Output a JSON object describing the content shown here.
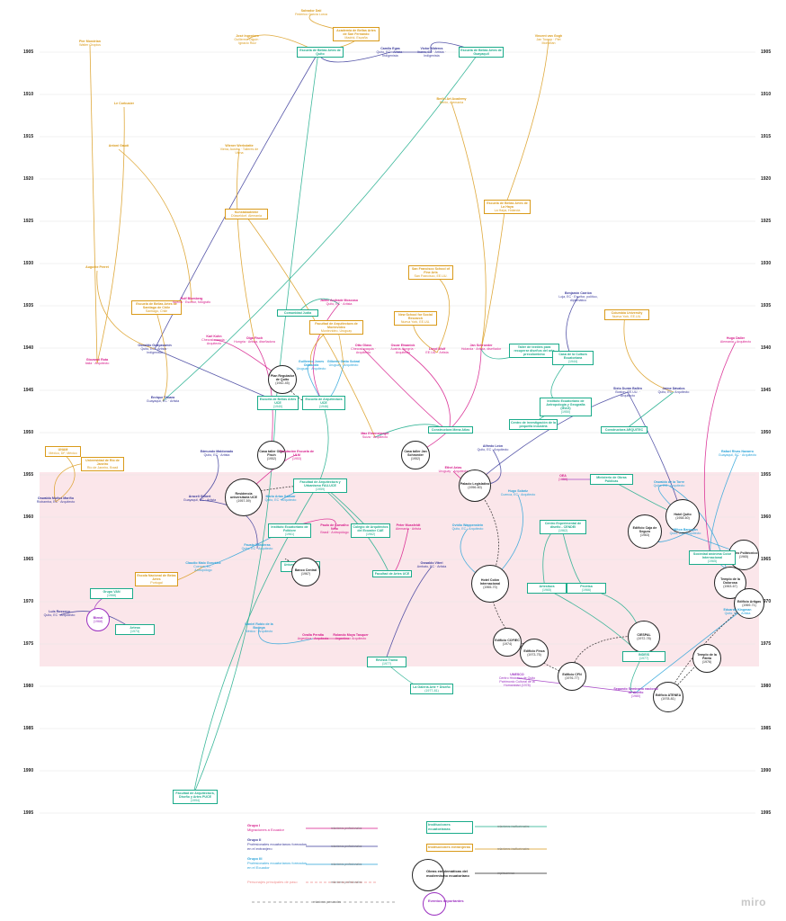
{
  "colors": {
    "group1": "#d6198a",
    "group2": "#3a3a9a",
    "group3": "#2aa3d9",
    "persona": "#f08c8c",
    "ecuadorian_inst": "#1aab8a",
    "foreign_inst": "#d99a1a",
    "work": "#222222",
    "event": "#9b2fc0",
    "band": "#fbe6ea",
    "gridline": "#e6e6e6"
  },
  "years": [
    "1905",
    "1910",
    "1915",
    "1920",
    "1925",
    "1930",
    "1935",
    "1940",
    "1945",
    "1950",
    "1955",
    "1960",
    "1965",
    "1970",
    "1975",
    "1980",
    "1985",
    "1990",
    "1995"
  ],
  "nodes": [
    {
      "id": "n1",
      "type": "text",
      "group": "foreign_inst",
      "title": "Salvador Dalí",
      "sub": "Federico García Lorca"
    },
    {
      "id": "n2",
      "type": "box",
      "group": "foreign_inst",
      "title": "Academia de Bellas Artes de San Fernando",
      "sub": "Madrid, España"
    },
    {
      "id": "n3",
      "type": "text",
      "group": "foreign_inst",
      "title": "José Ingeniero",
      "sub": "Guillermo Olguín · Ignacio Ruiz"
    },
    {
      "id": "n4",
      "type": "text",
      "group": "foreign_inst",
      "title": "Pier Mondrian",
      "sub": "Walter Gropius"
    },
    {
      "id": "n5",
      "type": "box",
      "group": "ecuadorian_inst",
      "title": "Escuela de Bellas Artes de Quito",
      "sub": ""
    },
    {
      "id": "n6",
      "type": "text",
      "group": "group2",
      "title": "Camilo Egas",
      "sub": "Quito, EC · Artista · Indigenista"
    },
    {
      "id": "n7",
      "type": "text",
      "group": "group2",
      "title": "Víctor Mideros",
      "sub": "Ibarra, EC · Artista · Indigenista"
    },
    {
      "id": "n8",
      "type": "box",
      "group": "ecuadorian_inst",
      "title": "Escuela de Bellas Artes de Guayaquil",
      "sub": ""
    },
    {
      "id": "n9",
      "type": "text",
      "group": "foreign_inst",
      "title": "Vincent van Gogh",
      "sub": "Jan Toorop · Piet Mondrian"
    },
    {
      "id": "n10",
      "type": "text",
      "group": "foreign_inst",
      "title": "Berlin Art Academy",
      "sub": "Berlín, Alemania"
    },
    {
      "id": "n11",
      "type": "text",
      "group": "foreign_inst",
      "title": "Le Corbusier",
      "sub": ""
    },
    {
      "id": "n12",
      "type": "text",
      "group": "foreign_inst",
      "title": "Antoni Gaudí",
      "sub": ""
    },
    {
      "id": "n13",
      "type": "text",
      "group": "foreign_inst",
      "title": "Wiener Werkstatte",
      "sub": "Viena, Austria · Talleres de Viena"
    },
    {
      "id": "n14",
      "type": "box",
      "group": "foreign_inst",
      "title": "Escuela de Bellas Artes de La Haya",
      "sub": "La Haya, Holanda"
    },
    {
      "id": "n15",
      "type": "box",
      "group": "foreign_inst",
      "title": "Kunstakademie",
      "sub": "Düsseldorf, Alemania"
    },
    {
      "id": "n16",
      "type": "text",
      "group": "foreign_inst",
      "title": "Auguste Perret",
      "sub": ""
    },
    {
      "id": "n17",
      "type": "box",
      "group": "foreign_inst",
      "title": "San Francisco School of Fine Arts",
      "sub": "San Francisco, EE.UU."
    },
    {
      "id": "n18",
      "type": "text",
      "group": "group2",
      "title": "Benjamín Carrión",
      "sub": "Loja, EC · Escritor, político, diplomático"
    },
    {
      "id": "n19",
      "type": "box",
      "group": "foreign_inst",
      "title": "Escuela de Bellas Artes de Santiago de Chile",
      "sub": "Santiago, Chile"
    },
    {
      "id": "n20",
      "type": "text",
      "group": "group1",
      "title": "Rolf Blomberg",
      "sub": "Suecia · Escritor, fotógrafo"
    },
    {
      "id": "n21",
      "type": "text",
      "group": "group1",
      "title": "Jaime Andrade Moscoso",
      "sub": "Quito, EC · Artista"
    },
    {
      "id": "n22",
      "type": "box",
      "group": "ecuadorian_inst",
      "title": "Comunidad Judía",
      "sub": ""
    },
    {
      "id": "n23",
      "type": "box",
      "group": "foreign_inst",
      "title": "New School for Social Research",
      "sub": "Nueva York, EE.UU."
    },
    {
      "id": "n24",
      "type": "box",
      "group": "foreign_inst",
      "title": "Columbia University",
      "sub": "Nueva York, EE.UU."
    },
    {
      "id": "n25",
      "type": "box",
      "group": "foreign_inst",
      "title": "Facultad de Arquitectura de Montevideo",
      "sub": "Montevideo, Uruguay"
    },
    {
      "id": "n26",
      "type": "text",
      "group": "group1",
      "title": "Karl Kohn",
      "sub": "Checoslovaquia · Arquitecto"
    },
    {
      "id": "n27",
      "type": "text",
      "group": "group1",
      "title": "Olga Fisch",
      "sub": "Hungría · Artista, diseñadora"
    },
    {
      "id": "n28",
      "type": "text",
      "group": "group2",
      "title": "Oswaldo Guayasamín",
      "sub": "Quito, EC · Artista · Indigenista"
    },
    {
      "id": "n29",
      "type": "text",
      "group": "group1",
      "title": "Giovanni Rota",
      "sub": "Italia · Arquitecto"
    },
    {
      "id": "n30",
      "type": "text",
      "group": "group1",
      "title": "Otto Glass",
      "sub": "Checoslovaquia · Arquitecto"
    },
    {
      "id": "n31",
      "type": "text",
      "group": "group1",
      "title": "Oscar Etwanick",
      "sub": "Austria-Hungría · Arquitecto"
    },
    {
      "id": "n32",
      "type": "text",
      "group": "group1",
      "title": "Lloyd Wulf",
      "sub": "EE.UU. · Artista"
    },
    {
      "id": "n33",
      "type": "text",
      "group": "group1",
      "title": "Jan Schroeder",
      "sub": "Holanda · Artista, diseñador"
    },
    {
      "id": "n34",
      "type": "text",
      "group": "group1",
      "title": "Hugo Daller",
      "sub": "Alemania · Arquitecto"
    },
    {
      "id": "n35",
      "type": "box",
      "group": "ecuadorian_inst",
      "title": "Taller de textiles para recuperar diseños del arte precolombino",
      "sub": ""
    },
    {
      "id": "n36",
      "type": "box",
      "group": "ecuadorian_inst",
      "title": "Casa de la Cultura Ecuatoriana",
      "sub": "(1944)"
    },
    {
      "id": "n37",
      "type": "text",
      "group": "group3",
      "title": "Guillermo Jones Odriozola",
      "sub": "Uruguay · Arquitecto"
    },
    {
      "id": "n38",
      "type": "text",
      "group": "group3",
      "title": "Gilberto Gatto Sobral",
      "sub": "Uruguay · Arquitecto"
    },
    {
      "id": "n39",
      "type": "circle",
      "group": "work",
      "title": "Plan Regulador de Quito",
      "sub": "(1942-45)"
    },
    {
      "id": "n40",
      "type": "box",
      "group": "ecuadorian_inst",
      "title": "Escuela de Bellas Artes UCE",
      "sub": "(1940)"
    },
    {
      "id": "n41",
      "type": "box",
      "group": "ecuadorian_inst",
      "title": "Escuela de Arquitectura UCE",
      "sub": "(1946)"
    },
    {
      "id": "n42",
      "type": "text",
      "group": "group2",
      "title": "Enrique Tábara",
      "sub": "Guayaquil, EC · Artista"
    },
    {
      "id": "n43",
      "type": "text",
      "group": "group2",
      "title": "Sixto Durán Ballén",
      "sub": "Boston, EE.UU. · Arquitecto"
    },
    {
      "id": "n44",
      "type": "text",
      "group": "group2",
      "title": "Jaime Dávalos",
      "sub": "Quito, EC · Arquitecto"
    },
    {
      "id": "n45",
      "type": "box",
      "group": "ecuadorian_inst",
      "title": "Instituto Ecuatoriano de Antropología y Geografía (IEAG)",
      "sub": "(1950)"
    },
    {
      "id": "n46",
      "type": "box",
      "group": "ecuadorian_inst",
      "title": "Centro de investigación de la pequeña industria",
      "sub": ""
    },
    {
      "id": "n47",
      "type": "box",
      "group": "ecuadorian_inst",
      "title": "Constructora ARQUITEC",
      "sub": ""
    },
    {
      "id": "n48",
      "type": "box",
      "group": "ecuadorian_inst",
      "title": "Constructora Mena Atlas",
      "sub": ""
    },
    {
      "id": "n49",
      "type": "text",
      "group": "group1",
      "title": "Max Ehrensberger",
      "sub": "Suiza · Arquitecto"
    },
    {
      "id": "n50",
      "type": "circle",
      "group": "work",
      "title": "Casa taller Olga Fisch",
      "sub": "(1952)"
    },
    {
      "id": "n51",
      "type": "text",
      "group": "group1",
      "title": "Fundación Escuela de ULM",
      "sub": "(1953)"
    },
    {
      "id": "n52",
      "type": "circle",
      "group": "work",
      "title": "Casa taller Jan Schroeder",
      "sub": "(1952)"
    },
    {
      "id": "n53",
      "type": "text",
      "group": "group2",
      "title": "Edmundo Maldonado",
      "sub": "Quito, EC · Artista"
    },
    {
      "id": "n54",
      "type": "box",
      "group": "foreign_inst",
      "title": "UNAM",
      "sub": "México, DF, México"
    },
    {
      "id": "n55",
      "type": "box",
      "group": "foreign_inst",
      "title": "Universidad de Río de Janeiro",
      "sub": "Río de Janeiro, Brasil"
    },
    {
      "id": "n56",
      "type": "text",
      "group": "group1",
      "title": "Ethel Arias",
      "sub": "Uruguay · Arquitecta"
    },
    {
      "id": "n57",
      "type": "text",
      "group": "group2",
      "title": "Alfredo León",
      "sub": "Quito, EC · Arquitecto"
    },
    {
      "id": "n58",
      "type": "circle",
      "group": "work",
      "title": "Palacio Legislativo",
      "sub": "(1956-60)"
    },
    {
      "id": "n59",
      "type": "text",
      "group": "group3",
      "title": "Hugo Solariz",
      "sub": "Cuenca, EC · Arquitecto"
    },
    {
      "id": "n60",
      "type": "text",
      "group": "group1",
      "title": "OEA",
      "sub": "(1959)"
    },
    {
      "id": "n61",
      "type": "box",
      "group": "ecuadorian_inst",
      "title": "Ministerio de Obras Públicas",
      "sub": ""
    },
    {
      "id": "n62",
      "type": "text",
      "group": "group3",
      "title": "Oswaldo de la Torre",
      "sub": "Quito, EC · Arquitecto"
    },
    {
      "id": "n63",
      "type": "text",
      "group": "group3",
      "title": "Rafael Rivas Navarro",
      "sub": "Guayaquil, EC · Arquitecto"
    },
    {
      "id": "n64",
      "type": "circle",
      "group": "work",
      "title": "Residencia universitaria UCE",
      "sub": "(1957-59)"
    },
    {
      "id": "n65",
      "type": "box",
      "group": "ecuadorian_inst",
      "title": "Facultad de Arquitectura y Urbanismo FAU-UCE",
      "sub": "(1959)"
    },
    {
      "id": "n66",
      "type": "text",
      "group": "group2",
      "title": "Oswaldo Muñoz Mariño",
      "sub": "Riobamba, EC · Arquitecto"
    },
    {
      "id": "n67",
      "type": "text",
      "group": "group2",
      "title": "Araceli Gilbert",
      "sub": "Guayaquil, EC · Artista"
    },
    {
      "id": "n68",
      "type": "text",
      "group": "group3",
      "title": "Mario Arias Salazar",
      "sub": "Quito, EC · Arquitecto"
    },
    {
      "id": "n69",
      "type": "circle",
      "group": "work",
      "title": "Hotel Quito",
      "sub": "(1958-60)"
    },
    {
      "id": "n70",
      "type": "circle",
      "group": "work",
      "title": "Edificio Caja de Seguro",
      "sub": "(1963)"
    },
    {
      "id": "n71",
      "type": "text",
      "group": "group3",
      "title": "Milton Barragán",
      "sub": "Quito, EC · Arquitecto"
    },
    {
      "id": "n72",
      "type": "circle",
      "group": "work",
      "title": "Teatro Politécnico",
      "sub": "(1965)"
    },
    {
      "id": "n73",
      "type": "box",
      "group": "ecuadorian_inst",
      "title": "Instituto Ecuatoriano de Folklore",
      "sub": "(1961)"
    },
    {
      "id": "n74",
      "type": "text",
      "group": "group1",
      "title": "Paulo de Carvalho Neto",
      "sub": "Brasil · Antropólogo"
    },
    {
      "id": "n75",
      "type": "box",
      "group": "ecuadorian_inst",
      "title": "Colegio de Arquitectos del Ecuador CAE",
      "sub": "(1962)"
    },
    {
      "id": "n76",
      "type": "text",
      "group": "group1",
      "title": "Peter Mussfeldt",
      "sub": "Alemania · Artista"
    },
    {
      "id": "n77",
      "type": "text",
      "group": "group3",
      "title": "Ovidio Wappenstein",
      "sub": "Quito, EC · Arquitecto"
    },
    {
      "id": "n78",
      "type": "box",
      "group": "ecuadorian_inst",
      "title": "Centro Experimental de diseño - CENDEI",
      "sub": "(1962)"
    },
    {
      "id": "n79",
      "type": "box",
      "group": "ecuadorian_inst",
      "title": "Sociedad anónima Color Internacional",
      "sub": "(1965)"
    },
    {
      "id": "n80",
      "type": "circle",
      "group": "work",
      "title": "Hotel Colón Internacional",
      "sub": "(1965-70)"
    },
    {
      "id": "n81",
      "type": "circle",
      "group": "work",
      "title": "Templo de la Dolorosa",
      "sub": "(1963-67)"
    },
    {
      "id": "n82",
      "type": "circle",
      "group": "work",
      "title": "Edificio Artigas",
      "sub": "(1969-71)"
    },
    {
      "id": "n83",
      "type": "text",
      "group": "group3",
      "title": "Fausto Banderas",
      "sub": "Quito, EC · Arquitecto"
    },
    {
      "id": "n84",
      "type": "text",
      "group": "group3",
      "title": "Claudio Malo González",
      "sub": "Cuenca, EC · Antropólogo"
    },
    {
      "id": "n85",
      "type": "box",
      "group": "foreign_inst",
      "title": "Escola Nacional de Belas Artes",
      "sub": "Portugal"
    },
    {
      "id": "n86",
      "type": "box",
      "group": "ecuadorian_inst",
      "title": "Universidad Nacional de Loja",
      "sub": ""
    },
    {
      "id": "n87",
      "type": "circle",
      "group": "work",
      "title": "Banco Central",
      "sub": "(1967)"
    },
    {
      "id": "n88",
      "type": "box",
      "group": "ecuadorian_inst",
      "title": "Facultad de Artes UCE",
      "sub": ""
    },
    {
      "id": "n89",
      "type": "text",
      "group": "group2",
      "title": "Oswaldo Viteri",
      "sub": "Ambato, EC · Artista"
    },
    {
      "id": "n90",
      "type": "box",
      "group": "ecuadorian_inst",
      "title": "Artesitura",
      "sub": "(1965)"
    },
    {
      "id": "n91",
      "type": "box",
      "group": "ecuadorian_inst",
      "title": "Pevetsa",
      "sub": "(1966)"
    },
    {
      "id": "n92",
      "type": "box",
      "group": "ecuadorian_inst",
      "title": "Grupo VAN",
      "sub": "(1968)"
    },
    {
      "id": "n93",
      "type": "circle",
      "group": "event",
      "title": "Bienal",
      "sub": "(1968)"
    },
    {
      "id": "n94",
      "type": "text",
      "group": "group2",
      "title": "Luis Rosseno",
      "sub": "Quito, EC · Arquitecto"
    },
    {
      "id": "n95",
      "type": "box",
      "group": "ecuadorian_inst",
      "title": "Artesa",
      "sub": "(1973)"
    },
    {
      "id": "n96",
      "type": "text",
      "group": "group3",
      "title": "Daniel Rubio de la Bodega",
      "sub": "México · Arquitecto"
    },
    {
      "id": "n97",
      "type": "text",
      "group": "group1",
      "title": "Ovalla Peralta",
      "sub": "Argentina · Arquitecta"
    },
    {
      "id": "n98",
      "type": "text",
      "group": "group1",
      "title": "Rolando Moya Tasquer",
      "sub": "Argentina · Arquitecto"
    },
    {
      "id": "n99",
      "type": "circle",
      "group": "work",
      "title": "Edificio COFIEC",
      "sub": "(1974)"
    },
    {
      "id": "n100",
      "type": "circle",
      "group": "work",
      "title": "Edificio Finca",
      "sub": "(1973-75)"
    },
    {
      "id": "n101",
      "type": "circle",
      "group": "work",
      "title": "CIESPAL",
      "sub": "(1972-78)"
    },
    {
      "id": "n102",
      "type": "circle",
      "group": "work",
      "title": "Edificio CFN",
      "sub": "(1976-77)"
    },
    {
      "id": "n103",
      "type": "box",
      "group": "ecuadorian_inst",
      "title": "INDEIS",
      "sub": "(1977)"
    },
    {
      "id": "n104",
      "type": "text",
      "group": "group3",
      "title": "Eduardo Kingman",
      "sub": "Quito, EC · Artista"
    },
    {
      "id": "n105",
      "type": "circle",
      "group": "work",
      "title": "Templo de la Patria",
      "sub": "(1976)"
    },
    {
      "id": "n106",
      "type": "circle",
      "group": "work",
      "title": "Edificio ATENEA",
      "sub": "(1978-81)"
    },
    {
      "id": "n107",
      "type": "box",
      "group": "ecuadorian_inst",
      "title": "Revista Trama",
      "sub": "(1977)"
    },
    {
      "id": "n108",
      "type": "box",
      "group": "ecuadorian_inst",
      "title": "La Galería Arte + Diseño",
      "sub": "(1977-81)"
    },
    {
      "id": "n109",
      "type": "text",
      "group": "event",
      "title": "UNESCO",
      "sub": "Centro Histórico de Quito Patrimonio Cultural de la Humanidad (1978)"
    },
    {
      "id": "n110",
      "type": "text",
      "group": "event",
      "title": "Segundo Seminario nacional de diseño",
      "sub": "(1980)"
    },
    {
      "id": "n111",
      "type": "box",
      "group": "ecuadorian_inst",
      "title": "Facultad de Arquitectura, Diseño y Artes PUCE",
      "sub": "(1994)"
    }
  ],
  "legend": {
    "group1_title": "Grupo I",
    "group1_desc": "Migraciones a Ecuador",
    "group2_title": "Grupo II",
    "group2_desc": "Profesionales ecuatorianos formados en el extranjero",
    "group3_title": "Grupo III",
    "group3_desc": "Profesionales ecuatorianos formados en el Ecuador",
    "persona_desc": "Personajes principales de paso",
    "personal_rel": "relaciones personales",
    "relations_label": "relaciones profesionales",
    "ecuadorian_inst": "Instituciones ecuatorianas",
    "foreign_inst": "Instituciones extranjeras",
    "inst_rel": "relaciones institucionales",
    "works": "Obras emblemáticas del modernismo ecuatoriano",
    "works_rel": "implicaciones",
    "events": "Eventos importantes"
  },
  "brand": "miro"
}
